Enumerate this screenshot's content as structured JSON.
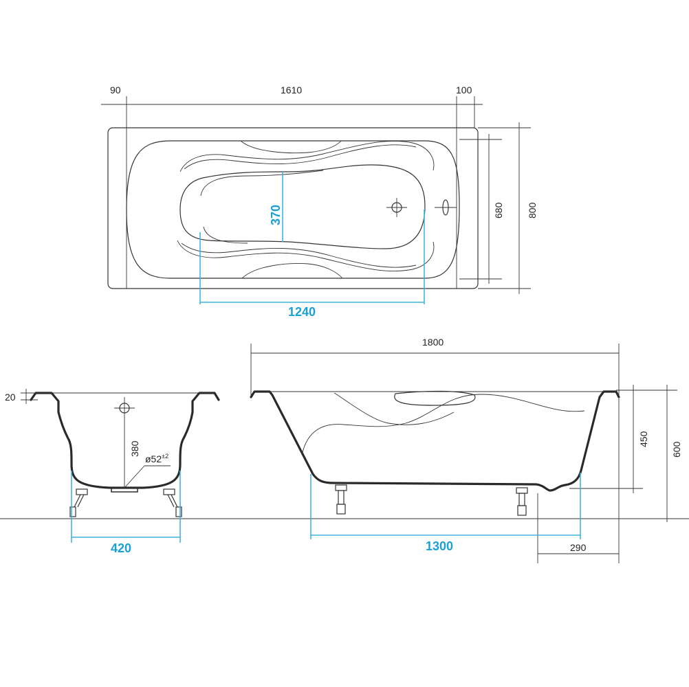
{
  "colors": {
    "outline": "#2a2a2a",
    "dimension_line": "#333333",
    "highlight": "#1a9fd6",
    "background": "#ffffff"
  },
  "top_view": {
    "dims": {
      "left_rim": "90",
      "inner_length": "1610",
      "right_rim": "100",
      "inner_width": "680",
      "outer_width": "800",
      "seat_width": "370",
      "bottom_length": "1240"
    }
  },
  "end_view": {
    "dims": {
      "rim_height": "20",
      "drain_height": "380",
      "drain_diameter": "ø52",
      "drain_tolerance": "±2",
      "bottom_width": "420"
    }
  },
  "side_view": {
    "dims": {
      "total_length": "1800",
      "depth": "450",
      "total_height": "600",
      "bottom_length": "1300",
      "leg_offset": "290"
    }
  },
  "icons": {
    "drain": "drain-crosshair-icon",
    "overflow": "overflow-icon"
  }
}
